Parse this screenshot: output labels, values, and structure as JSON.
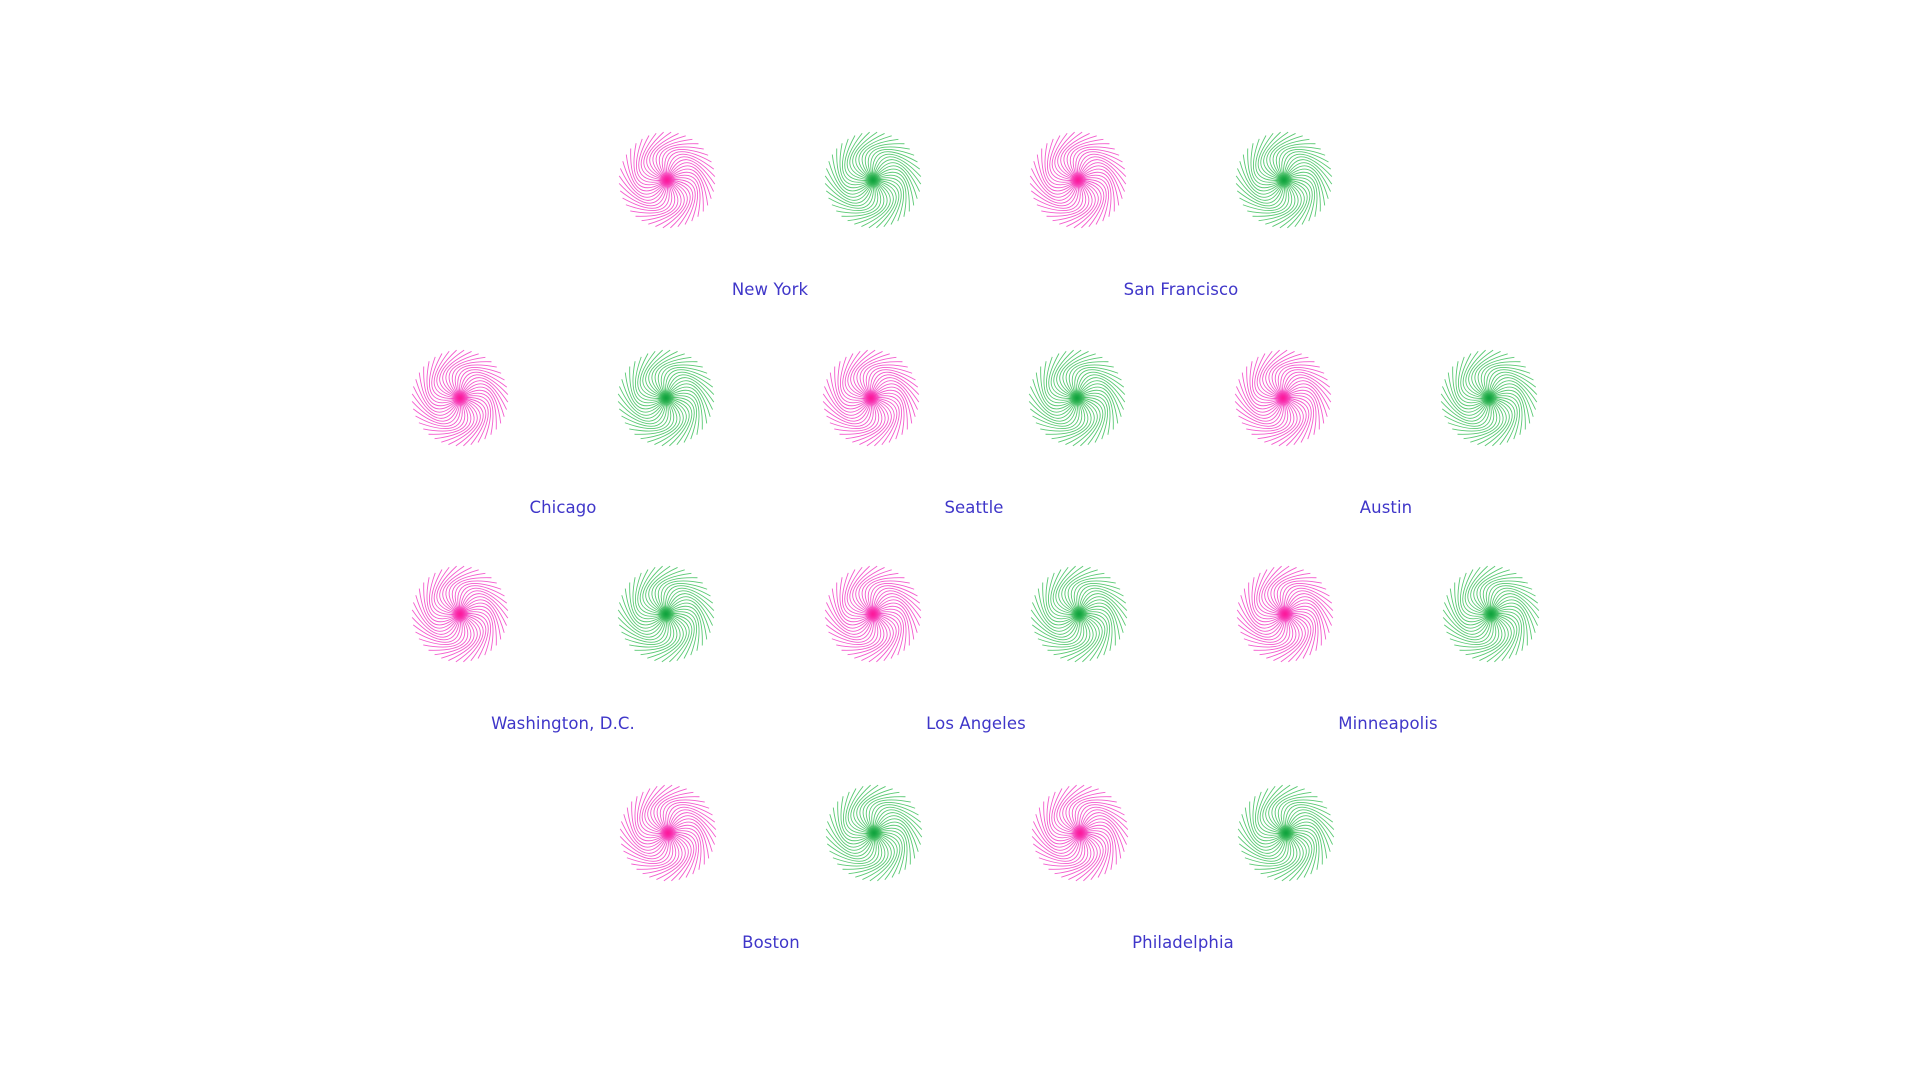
{
  "colors": {
    "pink": "#f13fc5",
    "pink_center": "#ff1493",
    "green": "#3dbf5a",
    "green_center": "#0a9e3a",
    "label": "#3f36c9",
    "background": "#ffffff"
  },
  "cities": [
    {
      "name": "New York"
    },
    {
      "name": "San Francisco"
    },
    {
      "name": "Chicago"
    },
    {
      "name": "Seattle"
    },
    {
      "name": "Austin"
    },
    {
      "name": "Washington, D.C."
    },
    {
      "name": "Los Angeles"
    },
    {
      "name": "Minneapolis"
    },
    {
      "name": "Boston"
    },
    {
      "name": "Philadelphia"
    }
  ]
}
